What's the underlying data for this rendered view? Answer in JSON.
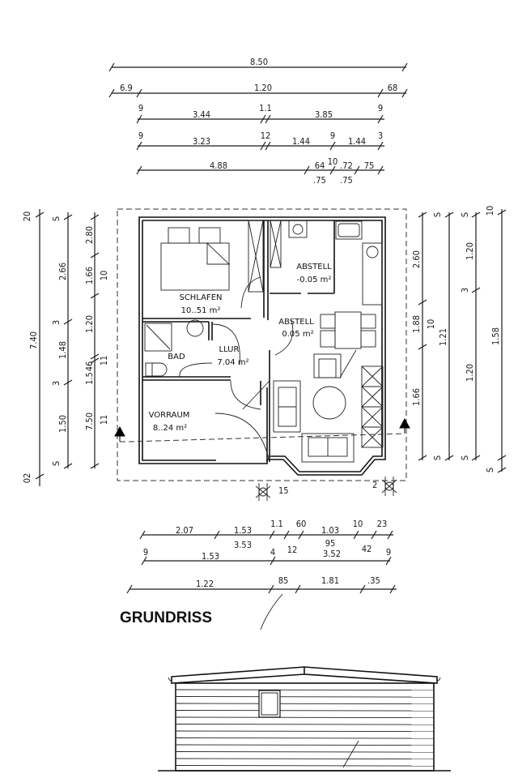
{
  "title": "GRUNDRISS",
  "top_dimensions": {
    "row1": [
      "8.50"
    ],
    "row2": [
      "6.9",
      "1.20",
      "68"
    ],
    "row3": [
      "9",
      "3.44",
      "1.1",
      "3.85",
      "9"
    ],
    "row4": [
      "9",
      "3.23",
      "12",
      "1.44",
      "9",
      "1.44",
      "3"
    ],
    "row5": [
      "4.88",
      "64",
      ".75",
      "10",
      ".72",
      ".75",
      "75"
    ]
  },
  "left_dimensions": {
    "col1": [
      "20",
      "7.40",
      "02"
    ],
    "col2": [
      "S",
      "2.66",
      "3",
      "1.48",
      "3",
      "1.50",
      "S"
    ],
    "col3": [
      "2.80",
      "1.66",
      "10",
      "1.20",
      "46",
      "1.5",
      "11",
      "7.50",
      "11"
    ]
  },
  "right_dimensions": {
    "col1": [
      "2.60",
      "1.88",
      "10",
      "1.66",
      "S"
    ],
    "col2": [
      "S",
      "1.21",
      "S"
    ],
    "col3": [
      "S",
      "1.20",
      "3",
      "1.20",
      "S"
    ],
    "col4": [
      "10",
      "1.58",
      "S"
    ]
  },
  "bottom_dimensions": {
    "row1": [
      "2.07",
      "1.53",
      "3.53",
      "1.1",
      "60",
      "1.03",
      "95",
      "10",
      "23",
      "42",
      "12"
    ],
    "row2": [
      "9",
      "1.53",
      "4",
      "3.52",
      "9"
    ],
    "row3": [
      "1.22",
      "85",
      "1.81",
      ".35"
    ]
  },
  "rooms": {
    "schlafen": {
      "name": "SCHLAFEN",
      "area": "10..51 m²"
    },
    "abstell_small": {
      "name": "ABSTELL",
      "area": "-0.05 m²"
    },
    "abstell_large": {
      "name": "ABSTELL",
      "area": "0.05 m²"
    },
    "bad": {
      "name": "BAD"
    },
    "llur": {
      "name": "LLUR",
      "area": "7.04 m²"
    },
    "vorraum": {
      "name": "VORRAUM",
      "area": "8..24 m²"
    }
  },
  "markers": {
    "left": "15",
    "right": "2"
  }
}
